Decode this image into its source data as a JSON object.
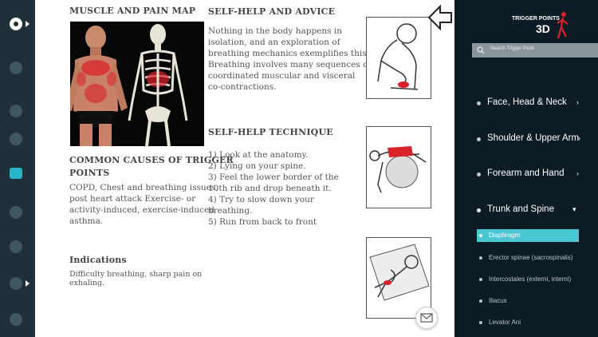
{
  "sections": {
    "muscle_pain_map": {
      "title": "MUSCLE AND PAIN MAP"
    },
    "common_causes": {
      "title_line1": "COMMON CAUSES OF TRIGGER",
      "title_line2": "POINTS",
      "lines": [
        "COPD, Chest and breathing issues,",
        "post heart attack Exercise- or",
        "activity-induced, exercise-induced",
        "asthma."
      ]
    },
    "indications": {
      "title": "Indications",
      "lines": [
        "Difficulty breathing, sharp pain on",
        "exhaling."
      ]
    },
    "self_help_advice": {
      "title": "SELF-HELP AND ADVICE",
      "lines": [
        "Nothing in the body happens in",
        "isolation, and an exploration of",
        "breathing mechanics exemplifies this.",
        "Breathing involves many sequences of",
        "coordinated muscular and visceral",
        "co-contractions."
      ]
    },
    "self_help_technique": {
      "title": "SELF-HELP TECHNIQUE",
      "lines": [
        "1) Look at the anatomy.",
        "2) Lying on your spine.",
        "3) Feel the lower border of the",
        "10th rib and drop beneath it.",
        "4) Try to slow down your",
        "breathing.",
        "5) Run from back to front"
      ]
    }
  },
  "logo": {
    "line1": "TRIGGER POINTS",
    "line2": "3D"
  },
  "search": {
    "placeholder": "Search Trigger Point"
  },
  "categories": [
    {
      "label": "Face, Head & Neck",
      "chevron": "›"
    },
    {
      "label": "Shoulder & Upper Arm",
      "chevron": "›"
    },
    {
      "label": "Forearm and Hand",
      "chevron": "›"
    },
    {
      "label": "Trunk and Spine",
      "chevron": "▾"
    }
  ],
  "muscles": [
    {
      "label": "Diaphragm",
      "selected": true
    },
    {
      "label": "Erector spinae (sacrospinalis)",
      "selected": false
    },
    {
      "label": "Intercostales (externi, interni)",
      "selected": false
    },
    {
      "label": "Iliacus",
      "selected": false
    },
    {
      "label": "Levator Ani",
      "selected": false
    }
  ],
  "colors": {
    "accent": "#49c7d2",
    "rail": "#20303a",
    "panel": "#0d1b24",
    "pain": "#d9222a"
  }
}
